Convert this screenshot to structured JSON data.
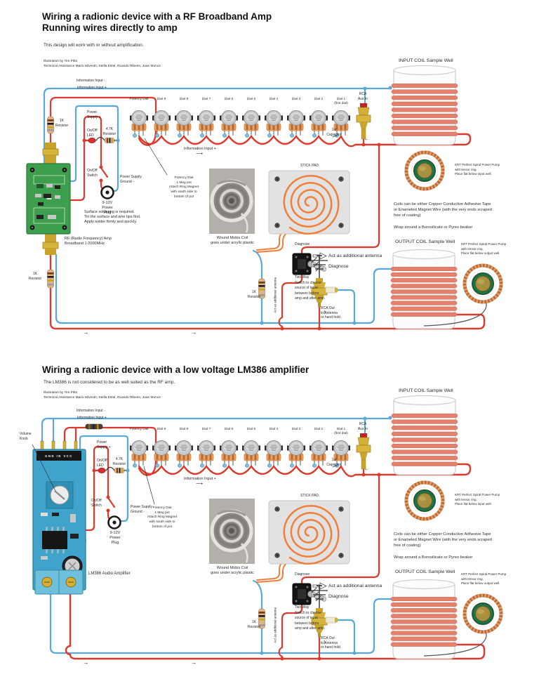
{
  "colors": {
    "wire_positive": "#dd3a2e",
    "wire_negative": "#58a8d8",
    "spiral_orange": "#ef7f3a",
    "coil_salmon": "#e4806e",
    "pcb_green": "#3d9e4d",
    "pcb_blue": "#3fa3cc",
    "gold": "#d4af37"
  },
  "icons": {
    "flow_arrow_right": "→",
    "flow_arrow_up": "↑",
    "flow_arrow_left": "←",
    "long_arrow_right": "⟶"
  },
  "sections": [
    {
      "title": "Wiring a radionic device with a RF Broadband Amp\nRunning wires directly to amp",
      "subtitle": "This design will work with or without amplification.",
      "credits": "Illustration by Tim Pitts\nTechnical Assistance Mario Silvestri, Stella Estel, Ricardo Ribeiro, Juan Munoz",
      "dials": [
        "Potency Dial",
        "Dial 9",
        "Dial 8",
        "Dial 7",
        "Dial 6",
        "Dial 5",
        "Dial 4",
        "Dial 3",
        "Dial 2",
        "Dial 1\n(first dial)"
      ],
      "labels": {
        "info_minus": "Information Input -",
        "info_plus": "Information Input +",
        "midbus": "Information Input +",
        "power_plus": "Power\nSupply +",
        "led": "On/Off\nLED",
        "r47": "4.7K\nResistor",
        "sw": "On/Off\nSwitch",
        "gnd": "Power Supply\nGround -",
        "plug": "9-12V\nPower\nPlug",
        "r1k": "1K\nResistor",
        "amp_note": "Surface soldering is required.\nTin the surface and wire tips first.\nApply solder firmly and quickly.",
        "amp_name": "RF (Radio Frequency) Amp\nBroadband 1-2000MHz",
        "potency": "Potency Dial\n1 Meg pot\nAttach Ring Magnet\nwith south side to\nbottom of pot",
        "mobis": "Wound Mobis Coil\ngoes under acrylic plastic",
        "stickpad": "STICK PAD",
        "diagnose": "Diagnose",
        "act_antenna": "Act as additional antenna",
        "act_antenna_vert": "Act as additional antenna",
        "twoway": "Two Way\nSwitch to choose\nsource of input\nbetween before\namp and after amp.",
        "rca_out": "RCA Out\nto Antenna\nor hand hold",
        "rca_aux": "RCA\nAux In",
        "cap1uf": "1uf\nCapacitor",
        "input_coil": "INPUT COIL Sample Well",
        "pump_in": "KRT Perfect Spiral Power Pump\nwith tensor ring.\nPlace flat below input well.",
        "coils1": "Coils can be either Copper Conductive Adhesive Tape\nor Enameled Magnet Wire (with the very ends scraped\nfree of coating)",
        "coils2": "Wrap around a Borosilicate or Pyrex beaker",
        "output_coil": "OUTPUT COIL Sample Well",
        "pump_out": "KRT Perfect Spiral Power Pump\nwith tensor ring.\nPlace flat below output well."
      }
    },
    {
      "title": "Wiring a radionic device with a low voltage LM386 amplifier",
      "subtitle": "The LM386 is not considered to be as well suited as the RF amp.",
      "credits": "Illustration by Tim Pitts\nTechnical Assistance Mario Silvestri, Stella Estel, Ricardo Ribeiro, Juan Munoz",
      "dials": [
        "Potency Dial",
        "Dial 9",
        "Dial 8",
        "Dial 7",
        "Dial 6",
        "Dial 5",
        "Dial 4",
        "Dial 3",
        "Dial 2",
        "Dial 1\n(first dial)"
      ],
      "board_pins": "GND IN VCC",
      "labels": {
        "info_minus": "Information Input -",
        "info_plus": "Information Input +",
        "midbus": "Information Input +",
        "power_plus": "Power\nSupply +",
        "led": "On/Off\nLED",
        "r47": "4.7K\nResistor",
        "sw": "On/Off\nSwitch",
        "gnd": "Power Supply\nGround -",
        "plug": "9-12V\nPower\nPlug",
        "r1k": "1K\nResistor",
        "volume": "Volume\nKnob",
        "amp_name": "LM386 Audio Amplifier",
        "potency": "Potency Dial\n1 Meg pot\nAttach Ring Magnet\nwith south side to\nbottom of pot",
        "mobis": "Wound Mobis Coil\ngoes under acrylic plastic",
        "stickpad": "STICK PAD",
        "diagnose": "Diagnose",
        "act_antenna": "Act as additional antenna",
        "act_antenna_vert": "Act as additional antenna",
        "twoway": "Two Way\nSwitch to choose\nsource of input\nbetween before\namp and after amp.",
        "rca_out": "RCA Out\nto Antenna\nor hand hold",
        "rca_aux": "RCA\nAux In",
        "cap1uf": "1uf\nCapacitor",
        "input_coil": "INPUT COIL Sample Well",
        "pump_in": "KRT Perfect Spiral Power Pump\nwith tensor ring.\nPlace flat below input well.",
        "coils1": "Coils can be either Copper Conductive Adhesive Tape\nor Enameled Magnet Wire (with the very ends scraped\nfree of coating)",
        "coils2": "Wrap around a Borosilicate or Pyrex beaker",
        "output_coil": "OUTPUT COIL Sample Well",
        "pump_out": "KRT Perfect Spiral Power Pump\nwith tensor ring.\nPlace flat below output well."
      }
    }
  ]
}
